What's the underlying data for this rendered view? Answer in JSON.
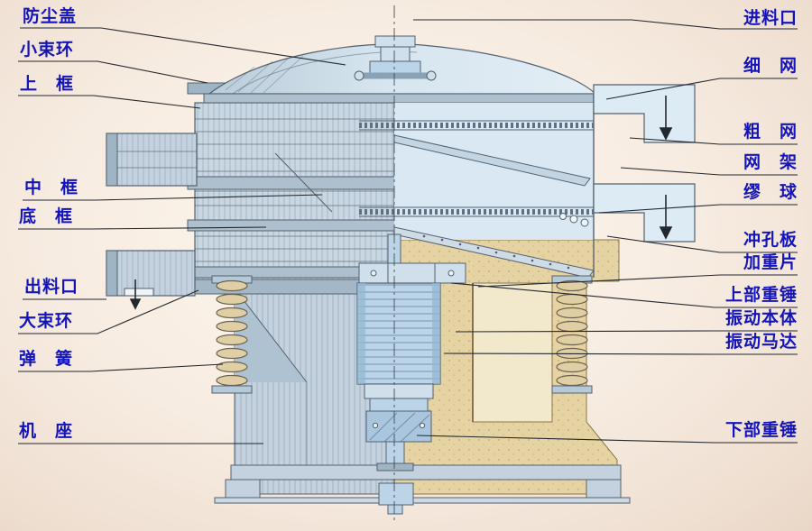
{
  "colors": {
    "background": "#f3e7db",
    "label_text": "#1414bb",
    "leader_line": "#23282e",
    "machine_blue": "#c8d7e2",
    "machine_pale_blue": "#d9e8f3",
    "machine_steel": "#9fb4c4",
    "machine_tan": "#e6d3a3",
    "motor_blue": "#bcd4e8"
  },
  "icons": {
    "material_flow_arrow": "down-arrow"
  },
  "labels": {
    "left": [
      {
        "text": "防尘盖"
      },
      {
        "text": "小束环"
      },
      {
        "text": "上　框"
      },
      {
        "text": "中　框"
      },
      {
        "text": "底　框"
      },
      {
        "text": "出料口"
      },
      {
        "text": "大束环"
      },
      {
        "text": "弹　簧"
      },
      {
        "text": "机　座"
      }
    ],
    "right": [
      {
        "text": "进料口"
      },
      {
        "text": "细　网"
      },
      {
        "text": "粗　网"
      },
      {
        "text": "网　架"
      },
      {
        "text": "缪　球"
      },
      {
        "text": "冲孔板"
      },
      {
        "text": "加重片"
      },
      {
        "text": "上部重锤"
      },
      {
        "text": "振动本体"
      },
      {
        "text": "振动马达"
      },
      {
        "text": "下部重锤"
      }
    ]
  }
}
